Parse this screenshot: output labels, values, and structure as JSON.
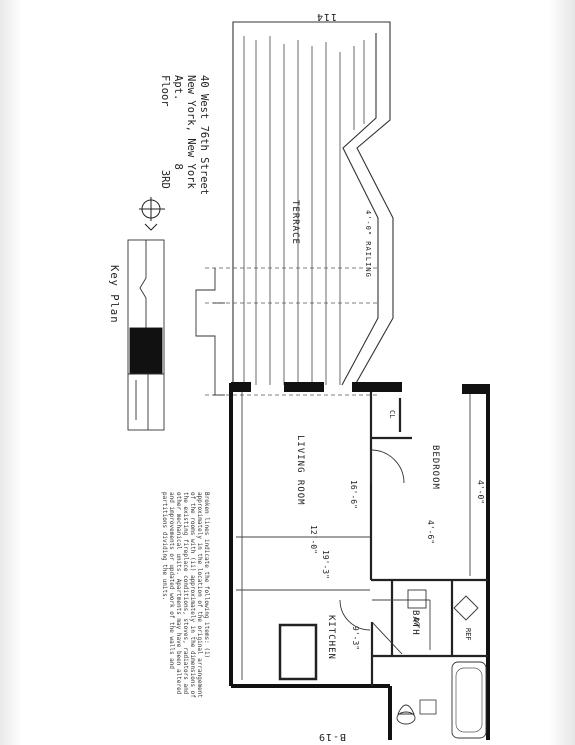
{
  "page": {
    "top_number": "114",
    "bottom_number": "B-19"
  },
  "address": {
    "line1": "40 West 76th Street",
    "line2": "New York, New York",
    "apt_label": "Apt.",
    "apt_value": "8",
    "floor_label": "Floor",
    "floor_value": "3RD"
  },
  "key_plan": {
    "title": "Key Plan"
  },
  "notes": {
    "text": "Broken lines indicate the following items: (1) approximately in the location of the original arrangement of the rooms with (ii) approximately in the dimensions of the existing fireplace conditions, stoves, radiators and other mechanical units. Apartments may have been altered and improvements or updated work of the walls and partitions dividing the units."
  },
  "rooms": {
    "terrace": "TERRACE",
    "railing": "4'-0\" RAILING",
    "living_room": "LIVING ROOM",
    "bedroom": "BEDROOM",
    "kitchen": "KITCHEN",
    "bath": "BATH"
  },
  "dims": {
    "d1": "4'-0\"",
    "d2": "16'-6\"",
    "d3": "4'-6\"",
    "d4": "12'-0\"",
    "d5": "9'-3\"",
    "d6": "19'-3\""
  },
  "marks": {
    "cl": "CL",
    "ref": "REF",
    "dw": "DW"
  }
}
